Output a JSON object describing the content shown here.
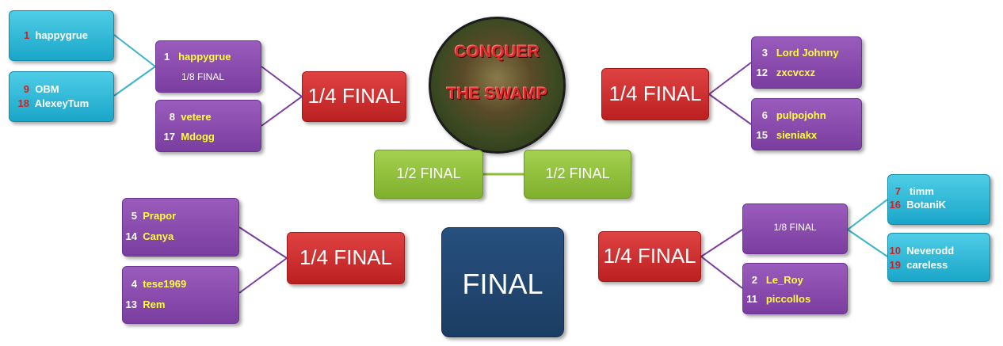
{
  "logo": {
    "line1": "CONQUER",
    "line2": "THE SWAMP"
  },
  "labels": {
    "quarter": "1/4 FINAL",
    "eighth": "1/8 FINAL",
    "semi": "1/2 FINAL",
    "final": "FINAL"
  },
  "left_top": {
    "r1_a": {
      "seed": "1",
      "name": "happygrue"
    },
    "r1_b": [
      {
        "seed": "9",
        "name": "OBM"
      },
      {
        "seed": "18",
        "name": "AlexeyTum"
      }
    ],
    "e1": {
      "seed": "1",
      "name": "happygrue"
    },
    "e2": [
      {
        "seed": "8",
        "name": "vetere"
      },
      {
        "seed": "17",
        "name": "Mdogg"
      }
    ]
  },
  "right_top": {
    "m1": [
      {
        "seed": "3",
        "name": "Lord Johnny"
      },
      {
        "seed": "12",
        "name": "zxcvcxz"
      }
    ],
    "m2": [
      {
        "seed": "6",
        "name": "pulpojohn"
      },
      {
        "seed": "15",
        "name": "sieniakx"
      }
    ]
  },
  "left_bottom": {
    "m1": [
      {
        "seed": "5",
        "name": "Prapor"
      },
      {
        "seed": "14",
        "name": "Canya"
      }
    ],
    "m2": [
      {
        "seed": "4",
        "name": "tese1969"
      },
      {
        "seed": "13",
        "name": "Rem"
      }
    ]
  },
  "right_bottom": {
    "r1_a": [
      {
        "seed": "7",
        "name": "timm"
      },
      {
        "seed": "16",
        "name": "BotaniK"
      }
    ],
    "r1_b": [
      {
        "seed": "10",
        "name": "Neverodd"
      },
      {
        "seed": "19",
        "name": "careless"
      }
    ],
    "m2": [
      {
        "seed": "2",
        "name": "Le_Roy"
      },
      {
        "seed": "11",
        "name": "piccollos"
      }
    ]
  },
  "colors": {
    "cyan": "#1aa6c9",
    "purple": "#7a3ea0",
    "red": "#c62828",
    "green": "#8cbd3a",
    "navy": "#1f446c",
    "seed_red": "#d81e1e",
    "name_yellow": "#ffff33"
  }
}
